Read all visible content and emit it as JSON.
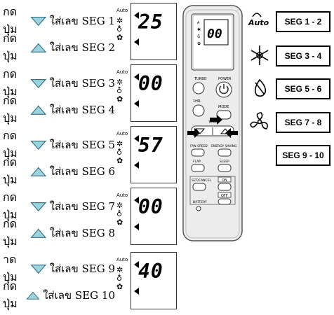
{
  "instructions": [
    {
      "down_label": "กดปุ่ม",
      "down_text": "ใส่เลข SEG 1",
      "up_label": "กดปุ่ม",
      "up_text": "ใส่เลข SEG 2"
    },
    {
      "down_label": "กดปุ่ม",
      "down_text": "ใส่เลข SEG 3",
      "up_label": "กดปุ่ม",
      "up_text": "ใส่เลข SEG 4"
    },
    {
      "down_label": "กดปุ่ม",
      "down_text": "ใส่เลข SEG 5",
      "up_label": "กดปุ่ม",
      "up_text": "ใส่เลข SEG 6"
    },
    {
      "down_label": "กดปุ่ม",
      "down_text": "ใส่เลข SEG 7",
      "up_label": "กดปุ่ม",
      "up_text": "ใส่เลข SEG 8"
    },
    {
      "down_label": "าดปุ่ม",
      "down_text": "ใส่เลข SEG 9",
      "up_label": "กดปุ่ม",
      "up_text": "ใส่เลข SEG 10"
    }
  ],
  "lcd_values": [
    "25",
    "00",
    "57",
    "00",
    "40"
  ],
  "lcd_icon_auto": "Auto",
  "remote": {
    "display_value": "00",
    "turbo": "TURBO",
    "power": "POWER",
    "thr": "1HR.",
    "mode": "MODE",
    "temp": "TEMP",
    "fan_speed": "FAN SPEED",
    "energy_saving": "ENERGY SAVING",
    "flap": "FLAP",
    "sleep": "SLEEP",
    "set_cancel": "SET/CANCEL",
    "on": "ON",
    "off": "OFF",
    "battery": "BATTERY"
  },
  "segments": [
    {
      "label": "SEG 1 - 2",
      "icon": "auto-icon",
      "icon_text": "Auto"
    },
    {
      "label": "SEG 3 - 4",
      "icon": "snowflake-icon"
    },
    {
      "label": "SEG 5 - 6",
      "icon": "dry-icon"
    },
    {
      "label": "SEG 7 - 8",
      "icon": "fan-icon"
    },
    {
      "label": "SEG 9 - 10",
      "icon": ""
    }
  ],
  "colors": {
    "arrow_fill": "#9fd3dc",
    "arrow_stroke": "#2a6f8a",
    "remote_body": "#e9e9e9"
  }
}
